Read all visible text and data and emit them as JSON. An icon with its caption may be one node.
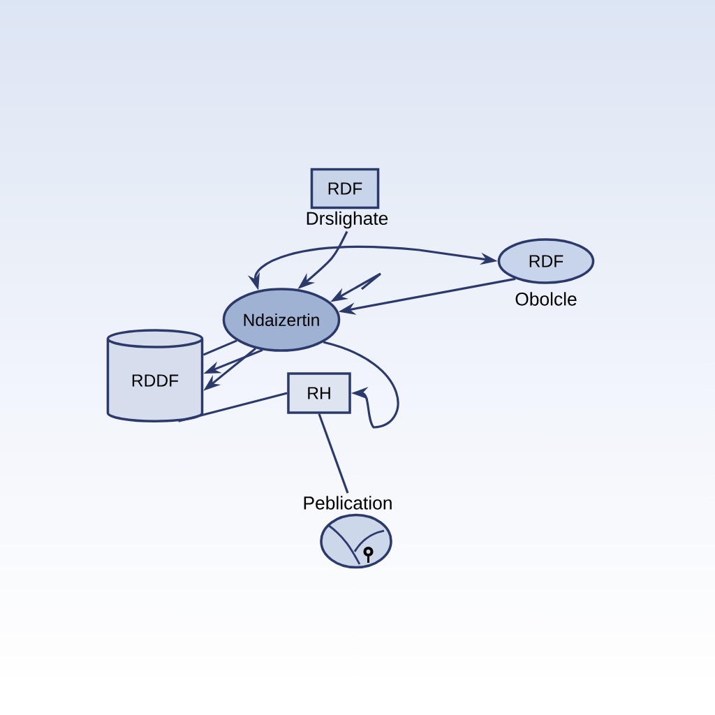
{
  "diagram": {
    "nodes": [
      {
        "text": [
          "RDF",
          "Drslighate"
        ]
      },
      {
        "text": [
          "Ndaizertin"
        ]
      },
      {
        "text": [
          "RDF",
          "Obolcle"
        ]
      },
      {
        "text": [
          "RDDF"
        ]
      },
      {
        "text": [
          "RH"
        ]
      },
      {
        "text": [
          "Peblication"
        ]
      }
    ],
    "edges": [
      {
        "from": 0,
        "to": 1,
        "arrow": "to"
      },
      {
        "from": 1,
        "to": 2,
        "arrow": "both"
      },
      {
        "from": 2,
        "to": 1,
        "arrow": "to"
      },
      {
        "from": null,
        "to": 1,
        "arrow": "to"
      },
      {
        "from": 1,
        "to": 3,
        "arrow": "to"
      },
      {
        "from": 1,
        "to": 3,
        "arrow": "to"
      },
      {
        "from": 1,
        "to": 3,
        "arrow": "none"
      },
      {
        "from": 4,
        "to": 3,
        "arrow": "none"
      },
      {
        "from": 1,
        "to": 4,
        "arrow": "to"
      },
      {
        "from": 4,
        "to": 5,
        "arrow": "none"
      }
    ]
  }
}
